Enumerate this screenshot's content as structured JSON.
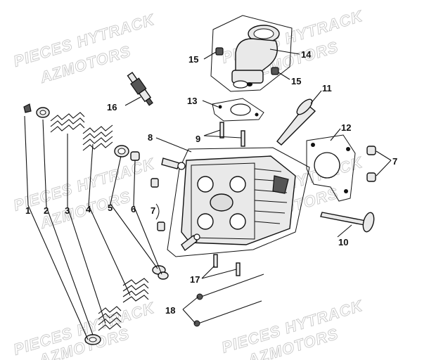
{
  "watermarks": [
    "PIECES HYTRACK",
    "AZMOTORS",
    "PIECES HYTRACK",
    "AZMOTORS",
    "PIECES HYTRACK",
    "AZMOTORS",
    "PIECES HYTRACK",
    "AZMOTORS",
    "PIECES HYTRACK",
    "AZMOTORS",
    "PIECES HYTRACK",
    "AZMOTORS"
  ],
  "callouts": {
    "c1": "1",
    "c2": "2",
    "c3": "3",
    "c4": "4",
    "c5": "5",
    "c6": "6",
    "c7a": "7",
    "c7b": "7",
    "c8": "8",
    "c9": "9",
    "c10": "10",
    "c11": "11",
    "c12": "12",
    "c13": "13",
    "c14": "14",
    "c15a": "15",
    "c15b": "15",
    "c16": "16",
    "c17": "17",
    "c18": "18"
  }
}
